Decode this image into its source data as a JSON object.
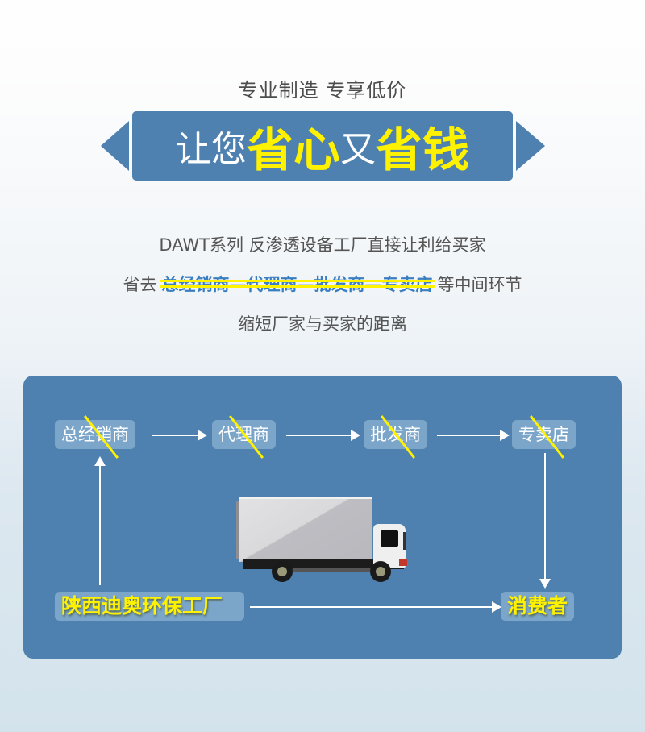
{
  "header": {
    "subtitle": "专业制造 专享低价",
    "banner": {
      "part1": "让您",
      "part2": "省心",
      "part3": "又",
      "part4": "省钱"
    }
  },
  "intro": {
    "line1": "DAWT系列 反渗透设备工厂直接让利给买家",
    "line2_prefix": "省去",
    "line2_struck": "总经销商—代理商—批发商—专卖店",
    "line2_suffix": "等中间环节",
    "line3": "缩短厂家与买家的距离"
  },
  "diagram": {
    "middlemen": [
      {
        "label": "总经销商",
        "crossed": true
      },
      {
        "label": "代理商",
        "crossed": true
      },
      {
        "label": "批发商",
        "crossed": true
      },
      {
        "label": "专卖店",
        "crossed": true
      }
    ],
    "factory": "陕西迪奥环保工厂",
    "consumer": "消费者",
    "image": "delivery-truck"
  },
  "colors": {
    "brand_blue": "#4e80b0",
    "node_bg": "#7ba6c9",
    "highlight_yellow": "#fff200",
    "struck_text_blue": "#3b7ec0"
  }
}
